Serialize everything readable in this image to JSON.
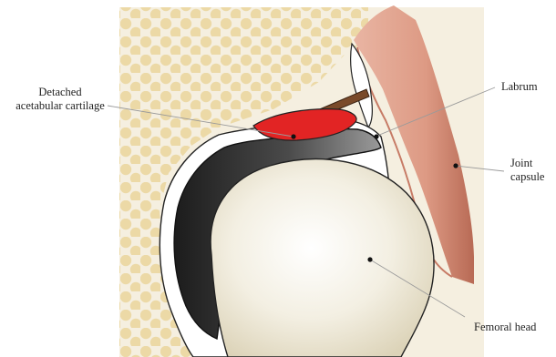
{
  "labels": {
    "detached_line1": "Detached",
    "detached_line2": "acetabular cartilage",
    "labrum": "Labrum",
    "joint_line1": "Joint",
    "joint_line2": "capsule",
    "femoral_head": "Femoral head"
  },
  "colors": {
    "bone_background": "#f5efe0",
    "trabecular_dots": "#ecd9a6",
    "cartilage_dark": "#3a3a3a",
    "cartilage_flap": "#e22424",
    "capsule": "#e2a08a",
    "capsule_shadow": "#b76e5a",
    "femoral_head": "#eee8d6",
    "labrum_stalk": "#7a4a2a",
    "leader_line": "#9a9a9a"
  }
}
